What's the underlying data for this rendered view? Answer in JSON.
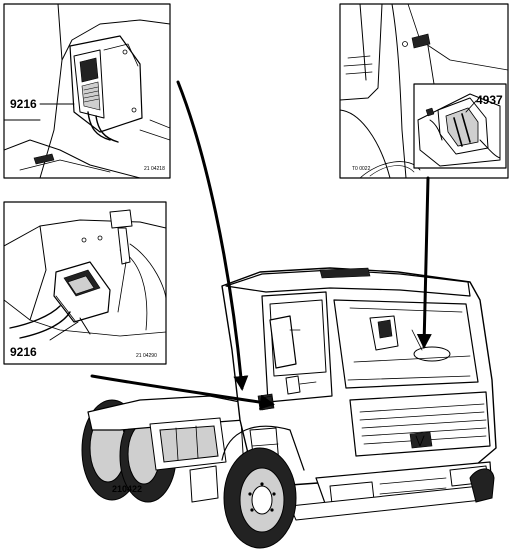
{
  "callouts": {
    "top_left_label": "9216",
    "top_left_ref": "21 04218",
    "top_right_label": "4937",
    "top_right_ref": "T0 0022",
    "mid_left_label": "9216",
    "mid_left_ref": "21 04290",
    "main_ref": "210422"
  },
  "colors": {
    "ink": "#000000",
    "paper": "#ffffff",
    "shade": "#cfcfcf"
  }
}
